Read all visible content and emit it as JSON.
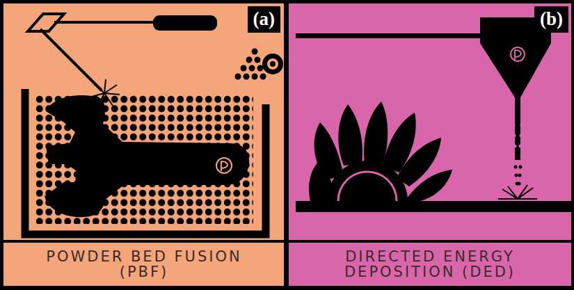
{
  "diagram": {
    "nodes": [
      {
        "text": [
          "(a)",
          "POWDER BED FUSION (PBF)"
        ]
      },
      {
        "text": [
          "(b)",
          "DIRECTED ENERGY DEPOSITION (DED)"
        ]
      }
    ]
  }
}
